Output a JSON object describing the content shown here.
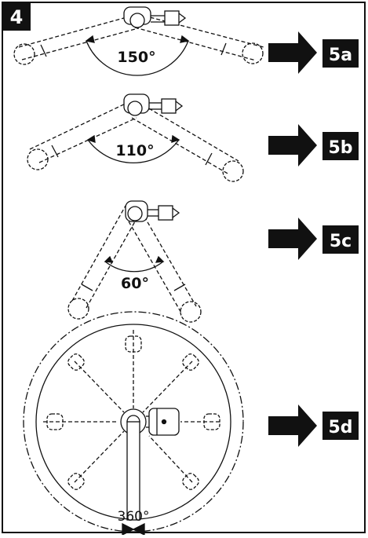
{
  "step": {
    "number": "4"
  },
  "figures": [
    {
      "angle_label": "150°",
      "angle_deg": 150,
      "target_label": "5a"
    },
    {
      "angle_label": "110°",
      "angle_deg": 110,
      "target_label": "5b"
    },
    {
      "angle_label": "60°",
      "angle_deg": 60,
      "target_label": "5c"
    },
    {
      "angle_label": "360°",
      "angle_deg": 360,
      "target_label": "5d"
    }
  ],
  "colors": {
    "ink": "#111111",
    "paper": "#ffffff"
  },
  "icons": {
    "arrow": "right-arrow-icon",
    "rotation_marker": "bowtie-rotation-icon"
  }
}
